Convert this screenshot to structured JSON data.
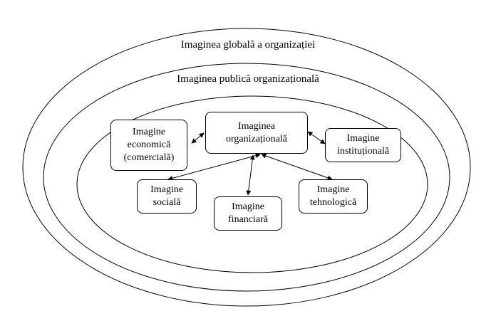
{
  "rings": {
    "outer": "Imaginea globală a organizației",
    "middle": "Imaginea publică organizațională"
  },
  "nodes": {
    "center": [
      "Imaginea",
      "organizațională"
    ],
    "economic": [
      "Imagine",
      "economică",
      "(comercială)"
    ],
    "institutional": [
      "Imagine",
      "instituțională"
    ],
    "social": [
      "Imagine",
      "socială"
    ],
    "financial": [
      "Imagine",
      "financiară"
    ],
    "technological": [
      "Imagine",
      "tehnologică"
    ]
  }
}
